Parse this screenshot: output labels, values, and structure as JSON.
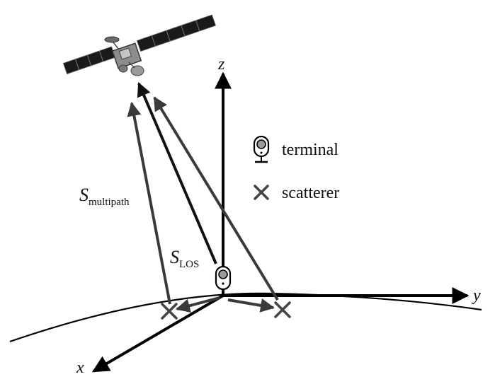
{
  "axes": {
    "x_label": "x",
    "y_label": "y",
    "z_label": "z"
  },
  "signals": {
    "multipath_main": "S",
    "multipath_sub": "multipath",
    "los_main": "S",
    "los_sub": "LOS"
  },
  "legend": {
    "terminal_label": "terminal",
    "scatterer_label": "scatterer"
  },
  "colors": {
    "axis": "#000000",
    "los_path": "#111111",
    "multipath": "#3a3a3a",
    "terminal_fill": "#9a9a9a",
    "scatterer": "#444444",
    "satellite_panel": "#1a1a1a",
    "satellite_body": "#8c8c8c"
  },
  "icons": {
    "satellite": "satellite-icon",
    "terminal": "terminal-icon",
    "scatterer": "cross-icon"
  }
}
